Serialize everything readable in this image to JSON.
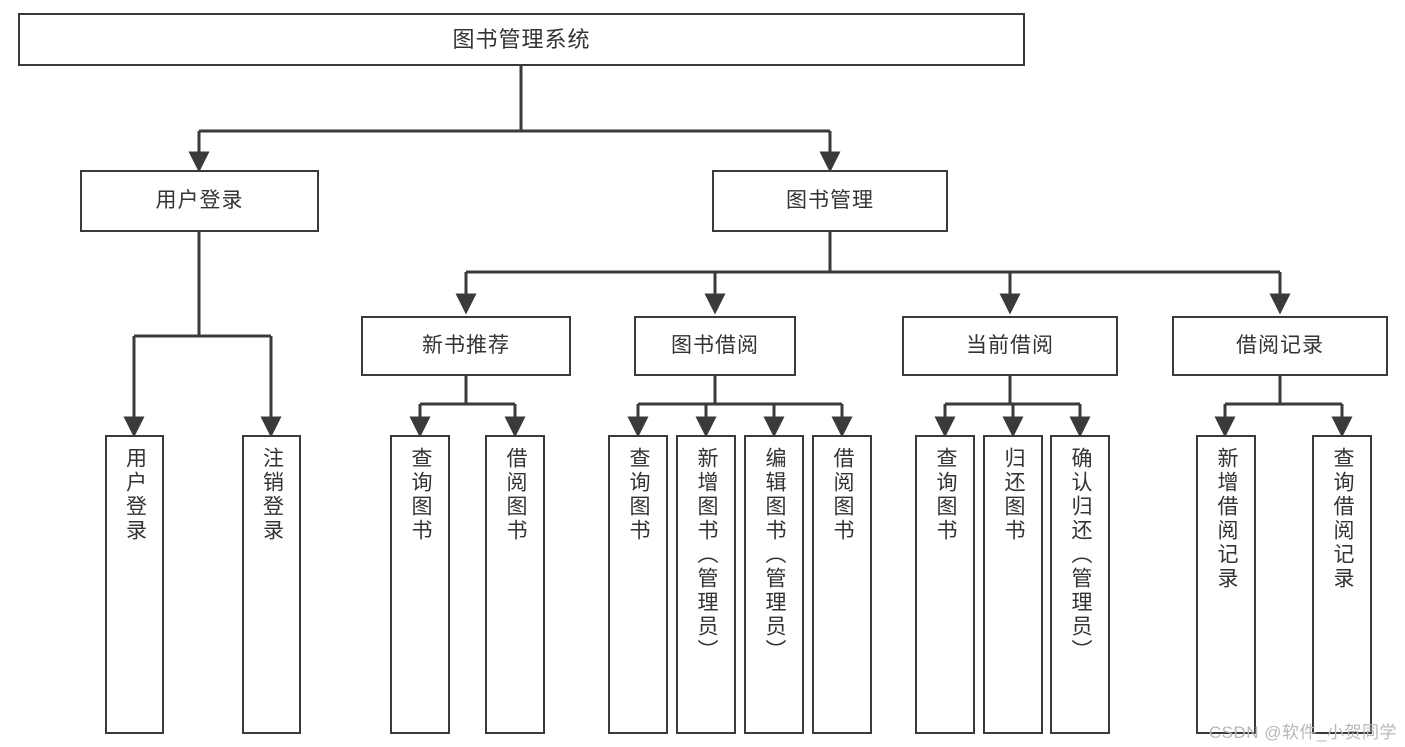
{
  "diagram": {
    "type": "tree",
    "title": "图书管理系统",
    "nodes": {
      "root": {
        "label": "图书管理系统",
        "level": 1
      },
      "user_login": {
        "label": "用户登录",
        "level": 2
      },
      "book_manage": {
        "label": "图书管理",
        "level": 2
      },
      "new_book_rec": {
        "label": "新书推荐",
        "level": 3
      },
      "book_borrow": {
        "label": "图书借阅",
        "level": 3
      },
      "current_borrow": {
        "label": "当前借阅",
        "level": 3
      },
      "borrow_record": {
        "label": "借阅记录",
        "level": 3
      },
      "leaf_user_login": {
        "label": "用户登录",
        "level": 4
      },
      "leaf_logout": {
        "label": "注销登录",
        "level": 4
      },
      "leaf_query_book_1": {
        "label": "查询图书",
        "level": 4
      },
      "leaf_borrow_book_1": {
        "label": "借阅图书",
        "level": 4
      },
      "leaf_query_book_2": {
        "label": "查询图书",
        "level": 4
      },
      "leaf_add_book": {
        "label": "新增图书（管理员）",
        "level": 4
      },
      "leaf_edit_book": {
        "label": "编辑图书（管理员）",
        "level": 4
      },
      "leaf_borrow_book_2": {
        "label": "借阅图书",
        "level": 4
      },
      "leaf_query_book_3": {
        "label": "查询图书",
        "level": 4
      },
      "leaf_return_book": {
        "label": "归还图书",
        "level": 4
      },
      "leaf_confirm_return": {
        "label": "确认归还（管理员）",
        "level": 4
      },
      "leaf_add_record": {
        "label": "新增借阅记录",
        "level": 4
      },
      "leaf_query_record": {
        "label": "查询借阅记录",
        "level": 4
      }
    },
    "edges": [
      {
        "from": "root",
        "to": "user_login"
      },
      {
        "from": "root",
        "to": "book_manage"
      },
      {
        "from": "user_login",
        "to": "leaf_user_login"
      },
      {
        "from": "user_login",
        "to": "leaf_logout"
      },
      {
        "from": "book_manage",
        "to": "new_book_rec"
      },
      {
        "from": "book_manage",
        "to": "book_borrow"
      },
      {
        "from": "book_manage",
        "to": "current_borrow"
      },
      {
        "from": "book_manage",
        "to": "borrow_record"
      },
      {
        "from": "new_book_rec",
        "to": "leaf_query_book_1"
      },
      {
        "from": "new_book_rec",
        "to": "leaf_borrow_book_1"
      },
      {
        "from": "book_borrow",
        "to": "leaf_query_book_2"
      },
      {
        "from": "book_borrow",
        "to": "leaf_add_book"
      },
      {
        "from": "book_borrow",
        "to": "leaf_edit_book"
      },
      {
        "from": "book_borrow",
        "to": "leaf_borrow_book_2"
      },
      {
        "from": "current_borrow",
        "to": "leaf_query_book_3"
      },
      {
        "from": "current_borrow",
        "to": "leaf_return_book"
      },
      {
        "from": "current_borrow",
        "to": "leaf_confirm_return"
      },
      {
        "from": "borrow_record",
        "to": "leaf_add_record"
      },
      {
        "from": "borrow_record",
        "to": "leaf_query_record"
      }
    ],
    "colors": {
      "border": "#3a3a3a",
      "text": "#333333",
      "background": "#ffffff",
      "watermark": "#b8b8b8"
    }
  },
  "watermark": {
    "text": "CSDN @软件_小贺同学"
  }
}
